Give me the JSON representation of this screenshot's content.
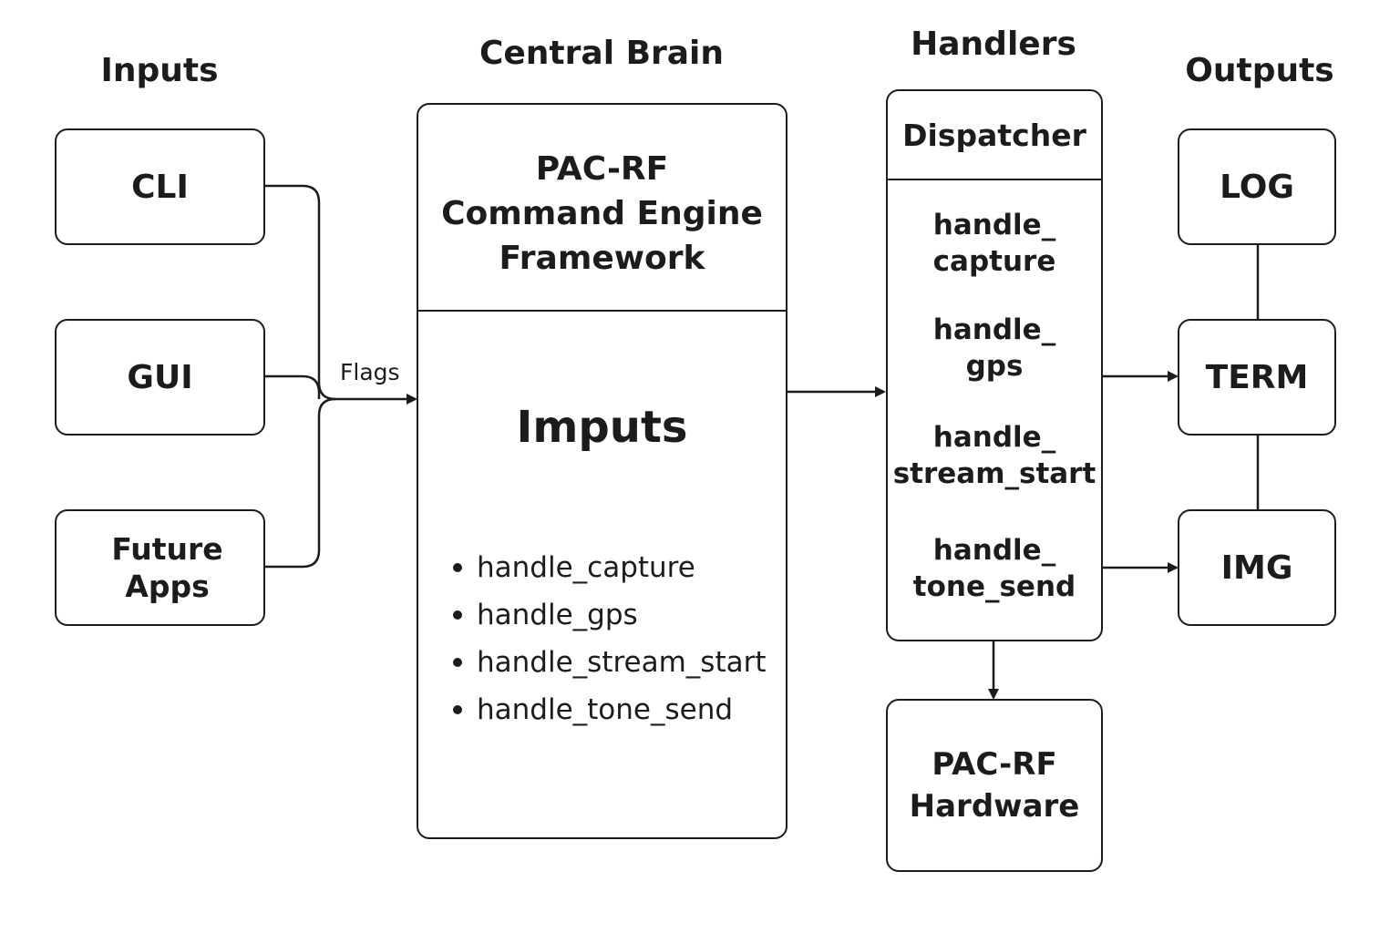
{
  "columns": {
    "inputs": "Inputs",
    "brain": "Central Brain",
    "handlers": "Handlers",
    "outputs": "Outputs"
  },
  "inputs": {
    "cli": "CLI",
    "gui": "GUI",
    "future_apps": "Future Apps"
  },
  "flags_label": "Flags",
  "engine": {
    "title": "PAC-RF\nCommand Engine\nFramework",
    "section_heading": "Imputs",
    "items": [
      "handle_capture",
      "handle_gps",
      "handle_stream_start",
      "handle_tone_send"
    ]
  },
  "dispatcher": {
    "title": "Dispatcher",
    "handlers": [
      "handle_\ncapture",
      "handle_\ngps",
      "handle_\nstream_start",
      "handle_\ntone_send"
    ]
  },
  "hardware": "PAC-RF\nHardware",
  "outputs": {
    "log": "LOG",
    "term": "TERM",
    "img": "IMG"
  }
}
